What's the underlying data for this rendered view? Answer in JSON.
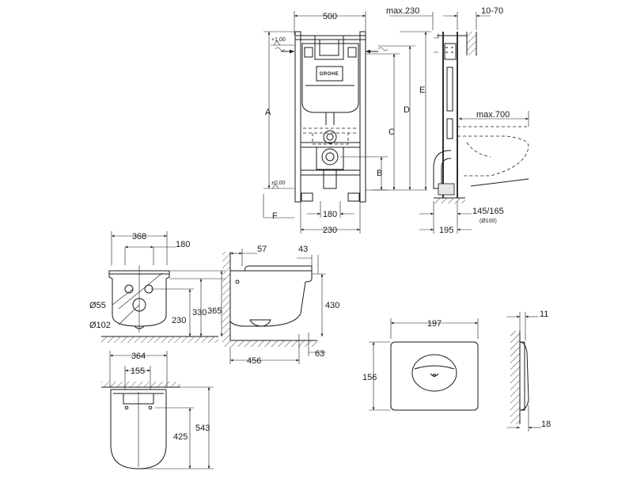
{
  "frame_view": {
    "width_label": "500",
    "top_max_label": "max.230",
    "wall_label": "10-70",
    "plus_label": "+1,00",
    "zero_label": "±0,00",
    "letters": {
      "a": "A",
      "b": "B",
      "c": "C",
      "d": "D",
      "e": "E",
      "f": "F"
    },
    "bottom_180": "180",
    "bottom_230": "230",
    "bottom_195": "195",
    "pipe_label": "145/165",
    "pipe_sub": "(Ø100)",
    "projection_label": "max.700",
    "brand": "GROHE"
  },
  "bowl_front": {
    "w368": "368",
    "w180": "180",
    "d55": "Ø55",
    "d102": "Ø102",
    "h330": "330",
    "h365": "365",
    "h230": "230"
  },
  "bowl_side": {
    "v57": "57",
    "v43": "43",
    "h430": "430",
    "v456": "456",
    "v63": "63"
  },
  "bowl_top": {
    "w364": "364",
    "w155": "155",
    "l425": "425",
    "l543": "543"
  },
  "flush_plate": {
    "width": "197",
    "height": "156",
    "depth_top": "11",
    "depth_bottom": "18"
  }
}
